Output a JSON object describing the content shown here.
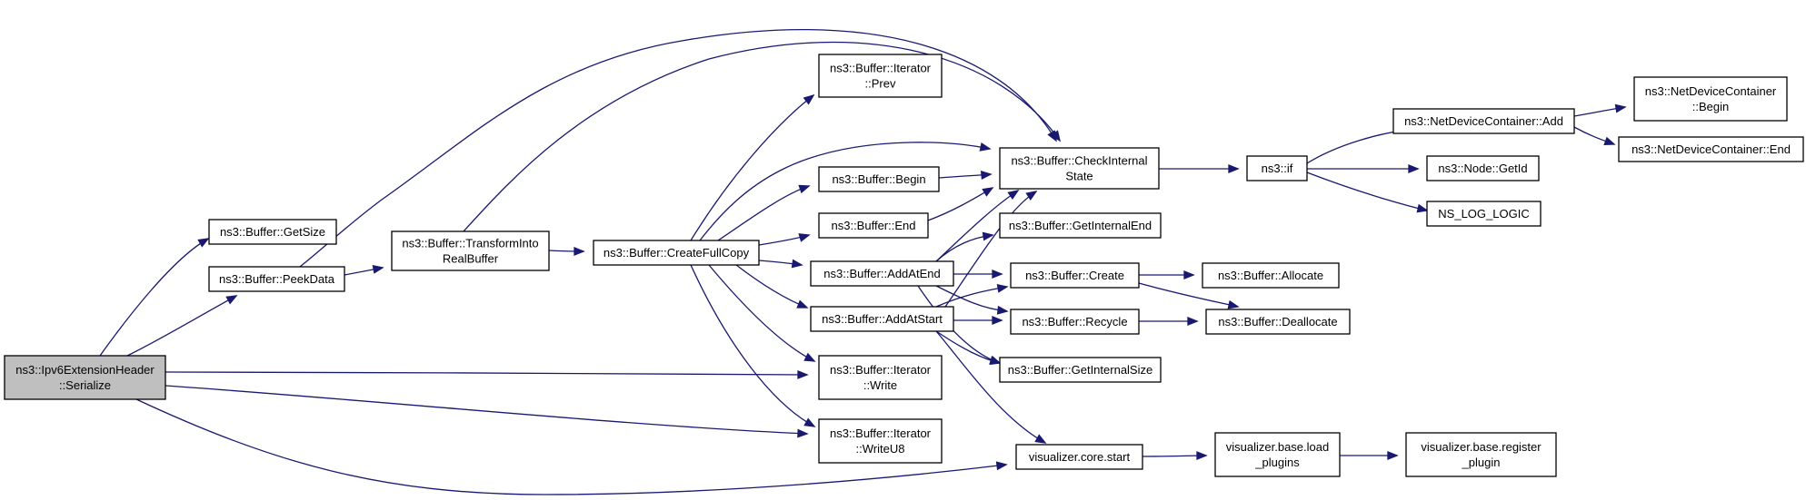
{
  "diagram": {
    "type": "call-graph",
    "colors": {
      "edge": "#191970",
      "root_fill": "#bfbfbf",
      "node_fill": "#ffffff",
      "node_border": "#000000"
    },
    "nodes": [
      {
        "id": "serialize",
        "lines": [
          "ns3::Ipv6ExtensionHeader",
          "::Serialize"
        ],
        "root": true
      },
      {
        "id": "getsize",
        "lines": [
          "ns3::Buffer::GetSize"
        ]
      },
      {
        "id": "peekdata",
        "lines": [
          "ns3::Buffer::PeekData"
        ]
      },
      {
        "id": "transform",
        "lines": [
          "ns3::Buffer::TransformInto",
          "RealBuffer"
        ]
      },
      {
        "id": "createfullcopy",
        "lines": [
          "ns3::Buffer::CreateFullCopy"
        ]
      },
      {
        "id": "iterprev",
        "lines": [
          "ns3::Buffer::Iterator",
          "::Prev"
        ]
      },
      {
        "id": "begin",
        "lines": [
          "ns3::Buffer::Begin"
        ]
      },
      {
        "id": "end",
        "lines": [
          "ns3::Buffer::End"
        ]
      },
      {
        "id": "addatend",
        "lines": [
          "ns3::Buffer::AddAtEnd"
        ]
      },
      {
        "id": "addatstart",
        "lines": [
          "ns3::Buffer::AddAtStart"
        ]
      },
      {
        "id": "iterwrite",
        "lines": [
          "ns3::Buffer::Iterator",
          "::Write"
        ]
      },
      {
        "id": "iterwriteu8",
        "lines": [
          "ns3::Buffer::Iterator",
          "::WriteU8"
        ]
      },
      {
        "id": "checkinternal",
        "lines": [
          "ns3::Buffer::CheckInternal",
          "State"
        ]
      },
      {
        "id": "getinternalend",
        "lines": [
          "ns3::Buffer::GetInternalEnd"
        ]
      },
      {
        "id": "create",
        "lines": [
          "ns3::Buffer::Create"
        ]
      },
      {
        "id": "recycle",
        "lines": [
          "ns3::Buffer::Recycle"
        ]
      },
      {
        "id": "getinternalsize",
        "lines": [
          "ns3::Buffer::GetInternalSize"
        ]
      },
      {
        "id": "vizstart",
        "lines": [
          "visualizer.core.start"
        ]
      },
      {
        "id": "nsif",
        "lines": [
          "ns3::if"
        ]
      },
      {
        "id": "allocate",
        "lines": [
          "ns3::Buffer::Allocate"
        ]
      },
      {
        "id": "deallocate",
        "lines": [
          "ns3::Buffer::Deallocate"
        ]
      },
      {
        "id": "loadplugins",
        "lines": [
          "visualizer.base.load",
          "_plugins"
        ]
      },
      {
        "id": "ndcadd",
        "lines": [
          "ns3::NetDeviceContainer::Add"
        ]
      },
      {
        "id": "nodegetid",
        "lines": [
          "ns3::Node::GetId"
        ]
      },
      {
        "id": "nslog",
        "lines": [
          "NS_LOG_LOGIC"
        ]
      },
      {
        "id": "registerplugin",
        "lines": [
          "visualizer.base.register",
          "_plugin"
        ]
      },
      {
        "id": "ndcbegin",
        "lines": [
          "ns3::NetDeviceContainer",
          "::Begin"
        ]
      },
      {
        "id": "ndcend",
        "lines": [
          "ns3::NetDeviceContainer::End"
        ]
      }
    ],
    "edges": [
      {
        "from": "serialize",
        "to": "getsize"
      },
      {
        "from": "serialize",
        "to": "peekdata"
      },
      {
        "from": "serialize",
        "to": "iterwrite"
      },
      {
        "from": "serialize",
        "to": "iterwriteu8"
      },
      {
        "from": "serialize",
        "to": "vizstart"
      },
      {
        "from": "peekdata",
        "to": "checkinternal"
      },
      {
        "from": "peekdata",
        "to": "transform"
      },
      {
        "from": "transform",
        "to": "checkinternal"
      },
      {
        "from": "transform",
        "to": "createfullcopy"
      },
      {
        "from": "createfullcopy",
        "to": "iterprev"
      },
      {
        "from": "createfullcopy",
        "to": "checkinternal"
      },
      {
        "from": "createfullcopy",
        "to": "begin"
      },
      {
        "from": "createfullcopy",
        "to": "end"
      },
      {
        "from": "createfullcopy",
        "to": "addatend"
      },
      {
        "from": "createfullcopy",
        "to": "addatstart"
      },
      {
        "from": "createfullcopy",
        "to": "iterwrite"
      },
      {
        "from": "createfullcopy",
        "to": "iterwriteu8"
      },
      {
        "from": "begin",
        "to": "checkinternal"
      },
      {
        "from": "end",
        "to": "checkinternal"
      },
      {
        "from": "addatend",
        "to": "checkinternal"
      },
      {
        "from": "addatend",
        "to": "getinternalend"
      },
      {
        "from": "addatend",
        "to": "create"
      },
      {
        "from": "addatend",
        "to": "recycle"
      },
      {
        "from": "addatend",
        "to": "getinternalsize"
      },
      {
        "from": "addatstart",
        "to": "checkinternal"
      },
      {
        "from": "addatstart",
        "to": "create"
      },
      {
        "from": "addatstart",
        "to": "recycle"
      },
      {
        "from": "addatstart",
        "to": "getinternalsize"
      },
      {
        "from": "addatstart",
        "to": "vizstart"
      },
      {
        "from": "checkinternal",
        "to": "nsif"
      },
      {
        "from": "nsif",
        "to": "ndcadd"
      },
      {
        "from": "nsif",
        "to": "nodegetid"
      },
      {
        "from": "nsif",
        "to": "nslog"
      },
      {
        "from": "ndcadd",
        "to": "ndcbegin"
      },
      {
        "from": "ndcadd",
        "to": "ndcend"
      },
      {
        "from": "create",
        "to": "allocate"
      },
      {
        "from": "create",
        "to": "deallocate"
      },
      {
        "from": "recycle",
        "to": "deallocate"
      },
      {
        "from": "vizstart",
        "to": "loadplugins"
      },
      {
        "from": "loadplugins",
        "to": "registerplugin"
      }
    ]
  }
}
